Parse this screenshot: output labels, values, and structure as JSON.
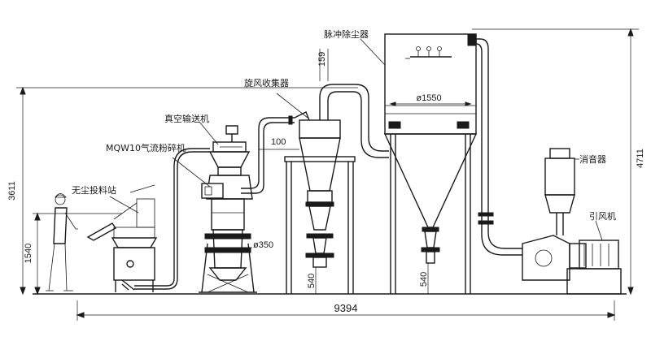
{
  "labels": {
    "pulse_dust_collector": "脉冲除尘器",
    "cyclone_collector": "旋风收集器",
    "vacuum_conveyor": "真空输送机",
    "jet_mill": "MQW10气流粉碎机",
    "dustfree_feeding_station": "无尘投料站",
    "silencer": "消音器",
    "induced_fan": "引风机"
  },
  "dimensions": {
    "total_length": "9394",
    "left_height": "3611",
    "feed_height": "1540",
    "right_height": "4711",
    "collector_diameter": "ø1550",
    "mill_diameter": "ø350",
    "pipe_159": "159",
    "pipe_100": "100",
    "cyclone_outlet_540": "540",
    "dust_outlet_540": "540"
  }
}
